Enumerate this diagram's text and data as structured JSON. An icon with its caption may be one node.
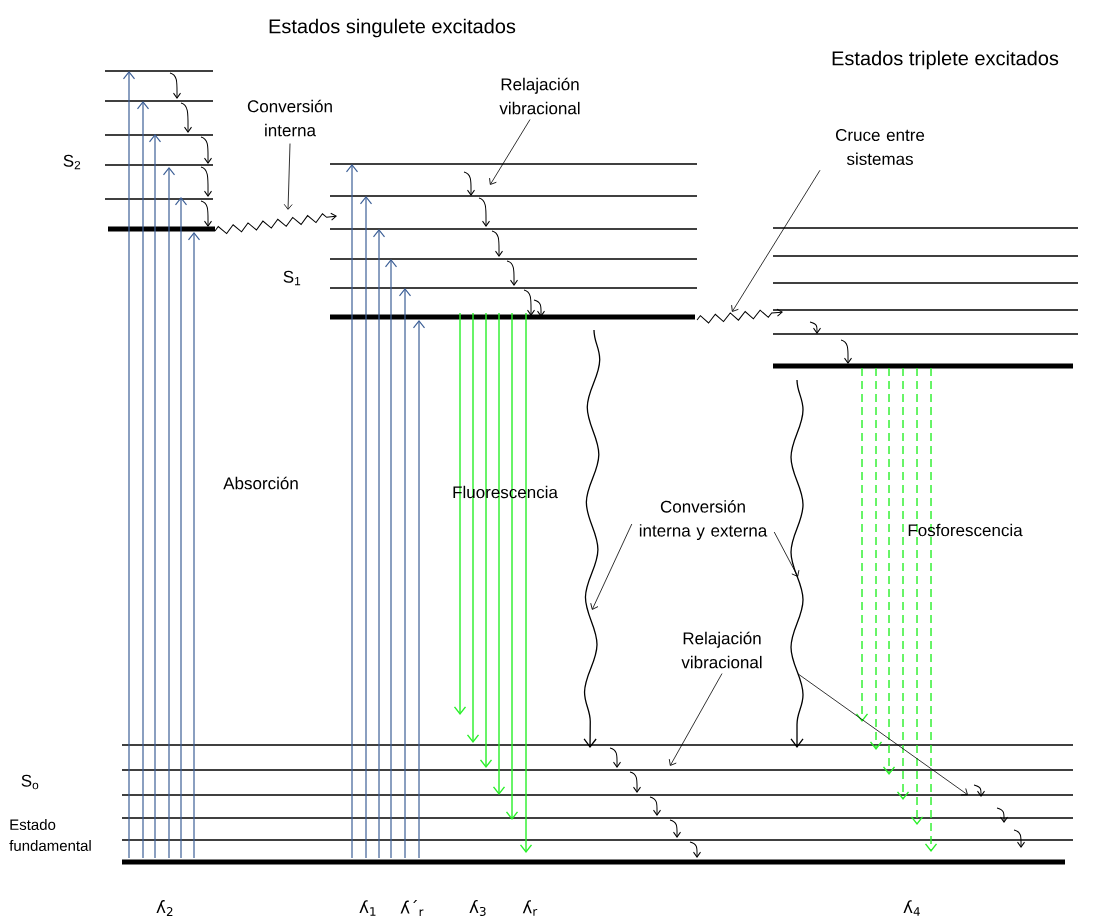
{
  "diagram": {
    "nodes": [
      {
        "text": [
          "Conversión interna"
        ]
      },
      {
        "text": [
          "Relajación vibracional"
        ]
      },
      {
        "text": [
          "Cruce entre sistemas"
        ]
      },
      {
        "text": [
          "Conversión interna y externa"
        ]
      },
      {
        "text": [
          "Relajación vibracional"
        ]
      }
    ],
    "edges": [
      {
        "from": 0,
        "to": null,
        "arrow": "to"
      },
      {
        "from": 1,
        "to": null,
        "arrow": "to"
      },
      {
        "from": 2,
        "to": null,
        "arrow": "to"
      },
      {
        "from": 3,
        "to": null,
        "arrow": "to"
      },
      {
        "from": 3,
        "to": null,
        "arrow": "to"
      },
      {
        "from": 4,
        "to": null,
        "arrow": "to"
      },
      {
        "from": 4,
        "to": null,
        "arrow": "to"
      }
    ],
    "labels": [
      "Estados singulete excitados",
      "Estados triplete excitados",
      "S$_{2}$",
      "S$_{1}$",
      "S$_{o}$",
      "Estado fundamental",
      "Absorción",
      "Fluorescencia",
      "Fosforescencia",
      "ʎ$_{2}$",
      "ʎ$_{1}$",
      "ʎ´$_{r}$",
      "ʎ$_{3}$",
      "ʎ$_{r}$",
      "ʎ$_{4}$"
    ]
  }
}
